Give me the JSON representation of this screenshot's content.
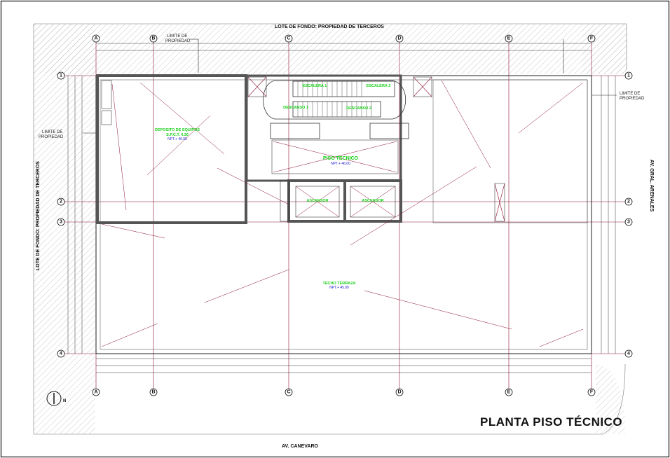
{
  "title": "PLANTA PISO TÉCNICO",
  "streets": {
    "top": "LOTE DE FONDO: PROPIEDAD DE TERCEROS",
    "left": "LOTE DE FONDO: PROPIEDAD DE TERCEROS",
    "right": "AV. GRAL. ARENALES",
    "bottom": "AV. CANEVARO"
  },
  "property_limit_label": [
    "LIMITE DE",
    "PROPIEDAD"
  ],
  "grid": {
    "columns": [
      "A",
      "B",
      "C",
      "D",
      "E",
      "F"
    ],
    "rows": [
      "1",
      "2",
      "3",
      "4"
    ]
  },
  "north_label": "N",
  "rooms": {
    "deposito": {
      "name": "DEPOSITO DE EQUIPOS",
      "sub": "S.P.C.T. 4.30",
      "level": "NPT.+ 46.00"
    },
    "piso_tecnico": {
      "name": "PISO TECNICO",
      "level": "NPT.+ 46.00"
    },
    "techo_terraza": {
      "name": "TECHO TERRAZA",
      "level": "NPT.+ 45.00"
    },
    "escalera1": "ESCALERA 1",
    "escalera2": "ESCALERA 2",
    "descanso1": "DESCANSO 1",
    "descanso2": "DESCANSO 2",
    "ascensor1": "ASCENSOR",
    "ascensor2": "ASCENSOR"
  },
  "colors": {
    "line": "#222222",
    "wall": "#555555",
    "grid_line": "#8a1030",
    "hatch": "#b0b0b0",
    "room_label": "#19d019",
    "note_blue": "#2020d0",
    "note_red": "#d01010"
  }
}
